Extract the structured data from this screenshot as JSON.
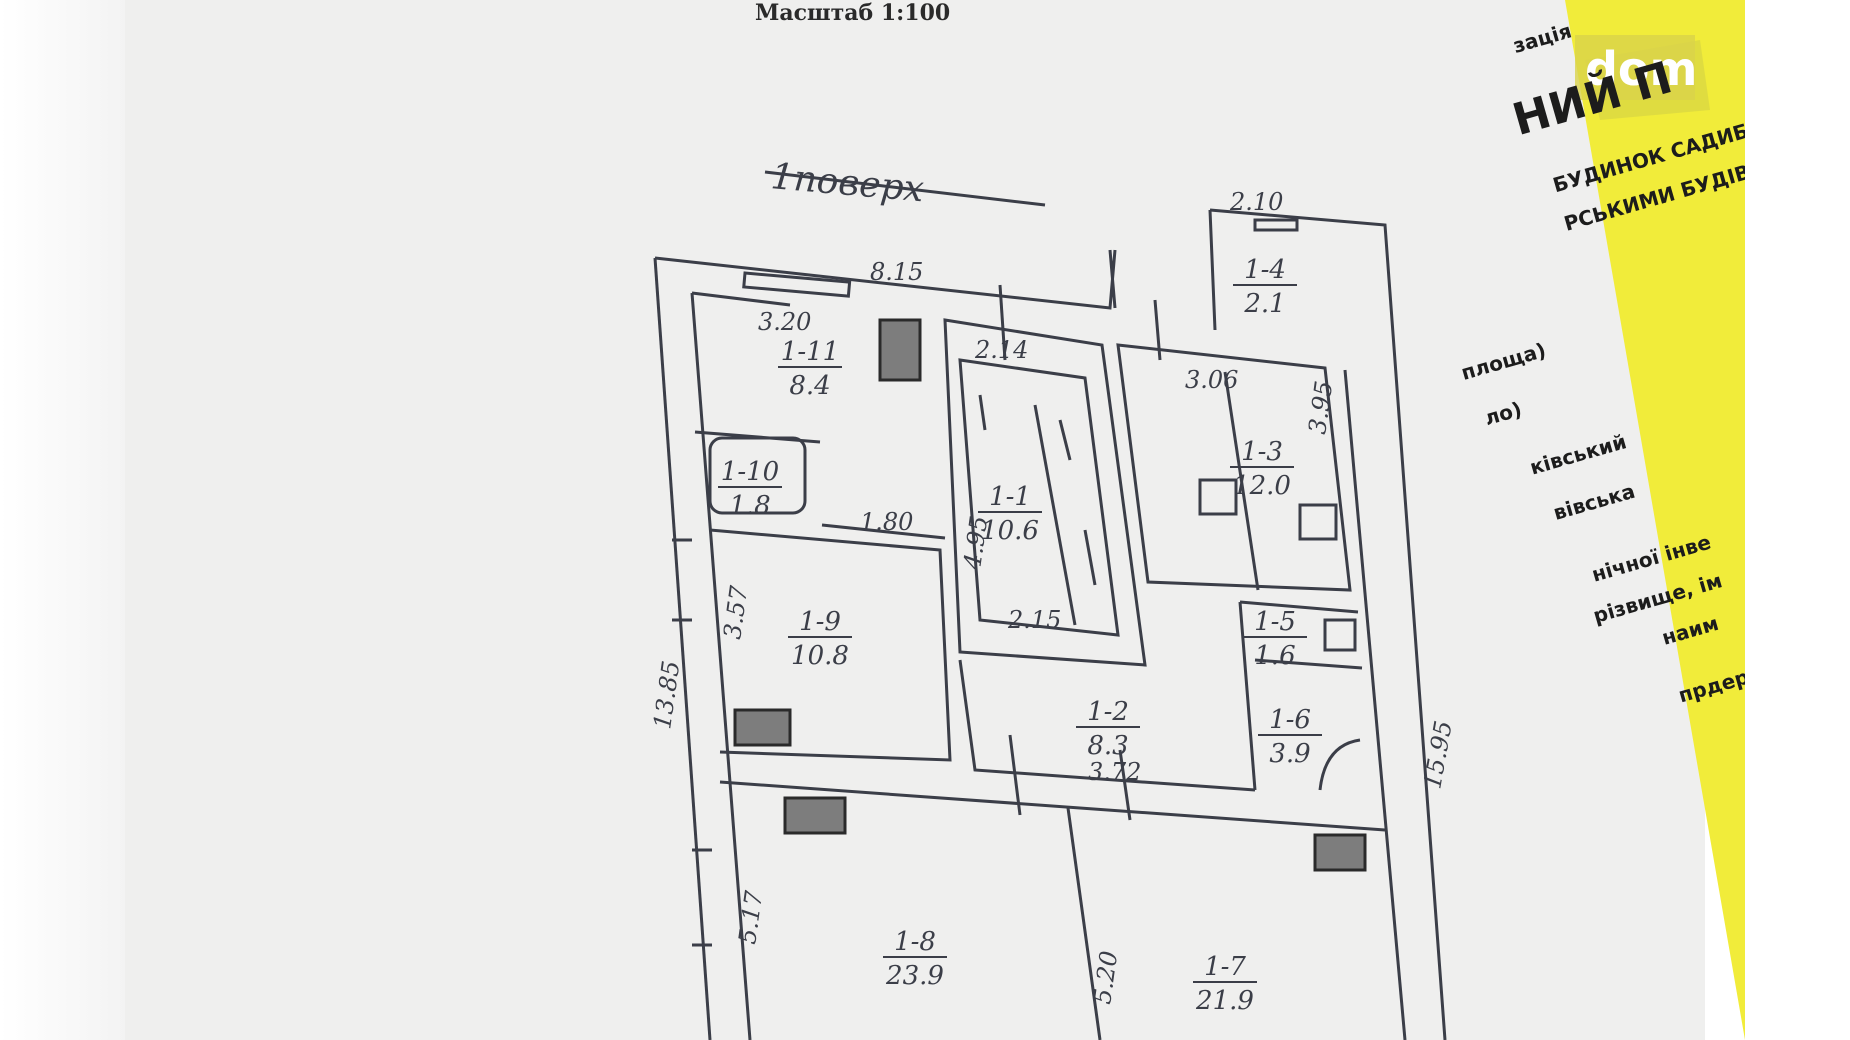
{
  "document": {
    "scale_caption": "Масштаб 1:100",
    "floor_title": "1поверх",
    "watermark": "dom",
    "colors": {
      "paper": "#efefee",
      "ink": "#3b3e48",
      "yellow": "#f1ec3a",
      "tile": "#7d7d7d"
    }
  },
  "rooms": [
    {
      "id": "1-1",
      "area": "10.6"
    },
    {
      "id": "1-2",
      "area": "8.3"
    },
    {
      "id": "1-3",
      "area": "12.0"
    },
    {
      "id": "1-4",
      "area": "2.1"
    },
    {
      "id": "1-5",
      "area": "1.6"
    },
    {
      "id": "1-6",
      "area": "3.9"
    },
    {
      "id": "1-7",
      "area": "21.9"
    },
    {
      "id": "1-8",
      "area": "23.9"
    },
    {
      "id": "1-9",
      "area": "10.8"
    },
    {
      "id": "1-10",
      "area": "1.8"
    },
    {
      "id": "1-11",
      "area": "8.4"
    }
  ],
  "dimensions": {
    "overall_width": "8.15",
    "ext_width": "2.10",
    "room_1_11_width": "3.20",
    "stair_top_width": "2.14",
    "room_1_3_width": "3.06",
    "room_1_3_depth": "3.95",
    "corridor_width": "1.80",
    "stair_depth": "4.95",
    "stair_bottom_width": "2.15",
    "room_1_9_depth": "3.57",
    "left_total": "13.85",
    "right_total": "15.95",
    "room_1_2_width": "3.72",
    "room_1_8_depth": "5.17",
    "room_1_7_depth": "5.20"
  },
  "stamp_lines": [
    "зація",
    "НИЙ П",
    "БУДИНОК САДИБ",
    "РСЬКИМИ БУДІВ",
    "площа)",
    "ло)",
    "ківський",
    "вівська",
    "нічної інве",
    "різвище, ім",
    "наим",
    "прдери"
  ]
}
